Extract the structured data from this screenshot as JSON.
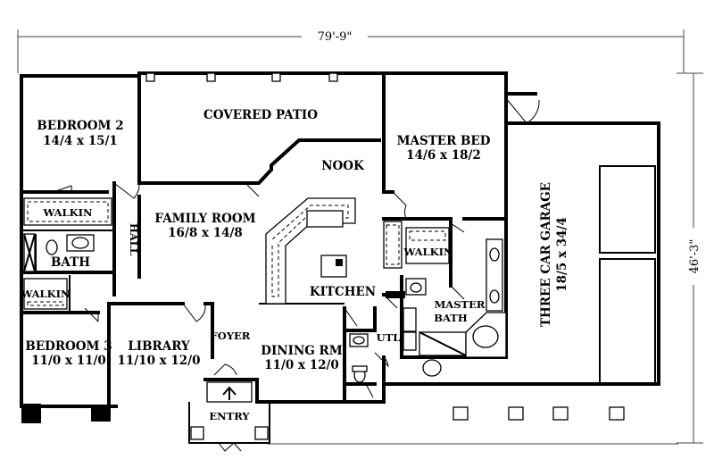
{
  "dimensions": {
    "overall_width": "79'-9\"",
    "overall_depth": "46'-3\""
  },
  "rooms": {
    "bedroom2": {
      "name": "BEDROOM 2",
      "size": "14/4 x 15/1"
    },
    "covered_patio": {
      "name": "COVERED PATIO"
    },
    "master_bed": {
      "name": "MASTER BED",
      "size": "14/6 x 18/2"
    },
    "nook": {
      "name": "NOOK"
    },
    "family_room": {
      "name": "FAMILY ROOM",
      "size": "16/8 x 14/8"
    },
    "walkin_bed2": {
      "name": "WALKIN"
    },
    "hall": {
      "name": "HALL"
    },
    "bath": {
      "name": "BATH"
    },
    "walkin_bed3": {
      "name": "WALKIN"
    },
    "walkin_master": {
      "name": "WALKIN"
    },
    "kitchen": {
      "name": "KITCHEN"
    },
    "master_bath": {
      "name_line1": "MASTER",
      "name_line2": "BATH"
    },
    "bedroom3": {
      "name": "BEDROOM 3",
      "size": "11/0 x 11/0"
    },
    "library": {
      "name": "LIBRARY",
      "size": "11/10 x 12/0"
    },
    "foyer": {
      "name": "FOYER"
    },
    "dining": {
      "name": "DINING RM",
      "size": "11/0 x 12/0"
    },
    "utl": {
      "name": "UTL"
    },
    "entry": {
      "name": "ENTRY"
    },
    "garage": {
      "name": "THREE CAR GARAGE",
      "size": "18/5 x 34/4"
    }
  }
}
